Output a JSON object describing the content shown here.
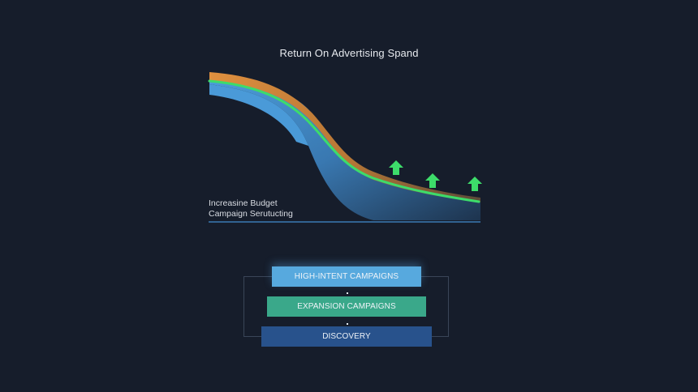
{
  "title": "Return On Advertising Spand",
  "axis_labels": {
    "line1": "Increasine Budget",
    "line2": "Campaign Serutucting"
  },
  "colors": {
    "background": "#161d2b",
    "orange_band": "#d9893e",
    "green_line": "#3ddc6a",
    "blue_band": "#4a9ad8",
    "arrow": "#3ddc6a",
    "baseline": "#3a7bb5"
  },
  "icons": [
    "up-arrow-icon",
    "up-arrow-icon",
    "up-arrow-icon"
  ],
  "funnel": {
    "tiers": [
      {
        "label": "HIGH-INTENT CAMPAIGNS",
        "color": "#57a9de"
      },
      {
        "label": "EXPANSION CAMPAIGNS",
        "color": "#3aa88a"
      },
      {
        "label": "DISCOVERY",
        "color": "#28528c"
      }
    ]
  },
  "chart_data": {
    "type": "area",
    "title": "Return On Advertising Spand",
    "xlabel": "Increasine Budget / Campaign Serutucting",
    "ylabel": "",
    "series": [
      {
        "name": "orange band (upper)",
        "shape": "decreasing S-curve"
      },
      {
        "name": "green line (ROAS)",
        "shape": "decreasing S-curve, flattening"
      },
      {
        "name": "blue band (lower)",
        "shape": "decreasing S-curve to baseline"
      }
    ],
    "annotations": [
      "three green up arrows along flattening tail"
    ],
    "grid": false,
    "legend": "none"
  }
}
